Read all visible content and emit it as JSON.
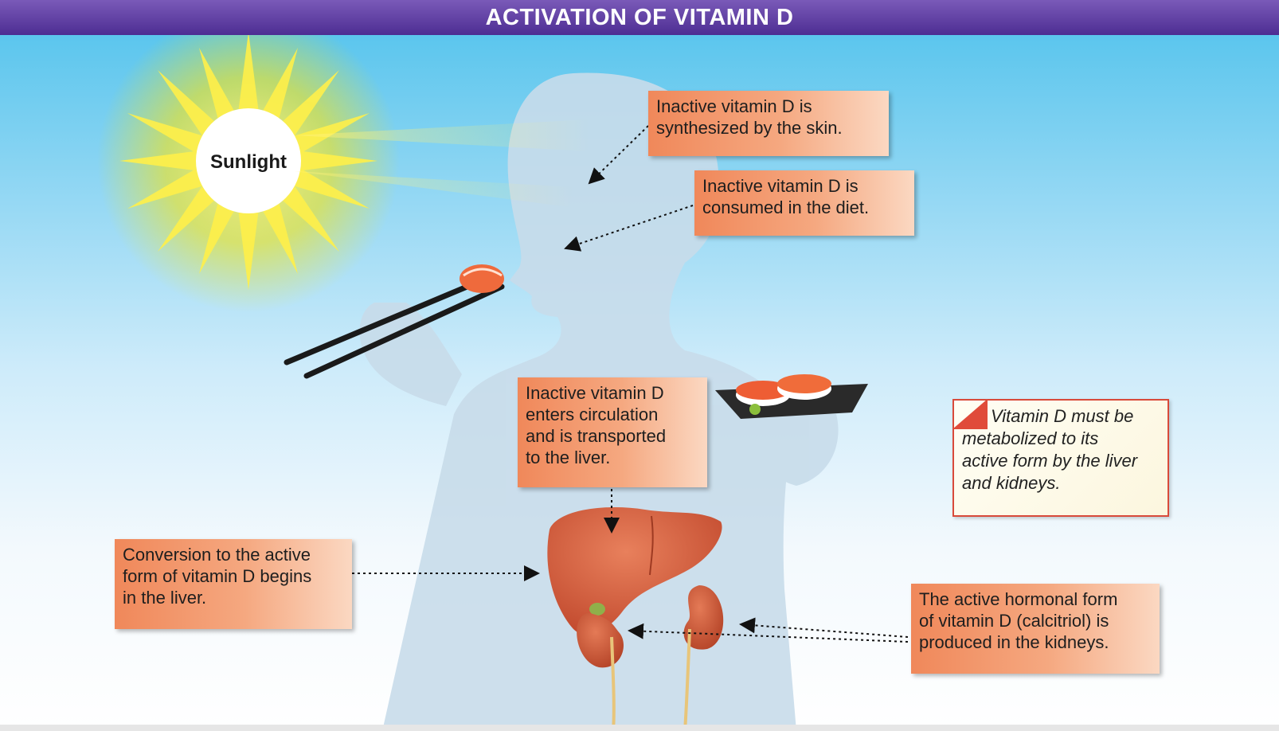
{
  "title": "ACTIVATION OF VITAMIN D",
  "sun": {
    "label": "Sunlight",
    "color": "#ffe600"
  },
  "callouts": {
    "skin": "Inactive vitamin D is\nsynthesized by the skin.",
    "diet": "Inactive vitamin D is\nconsumed in the diet.",
    "circulation": "Inactive vitamin D\nenters circulation\nand is transported\nto the liver.",
    "liver": "Conversion to the active\nform of vitamin D begins\nin the liver.",
    "kidneys": "The active hormonal form\nof vitamin D (calcitriol) is\nproduced in the kidneys."
  },
  "note": "Vitamin D must be\nmetabolized to its\nactive form by the liver\nand kidneys.",
  "colors": {
    "title_bar": "#5a3aa0",
    "callout_orange": "#f0885a",
    "note_border": "#d94a3a",
    "liver": "#d05a38",
    "kidney": "#c9583a",
    "silhouette": "#c8dcea"
  }
}
